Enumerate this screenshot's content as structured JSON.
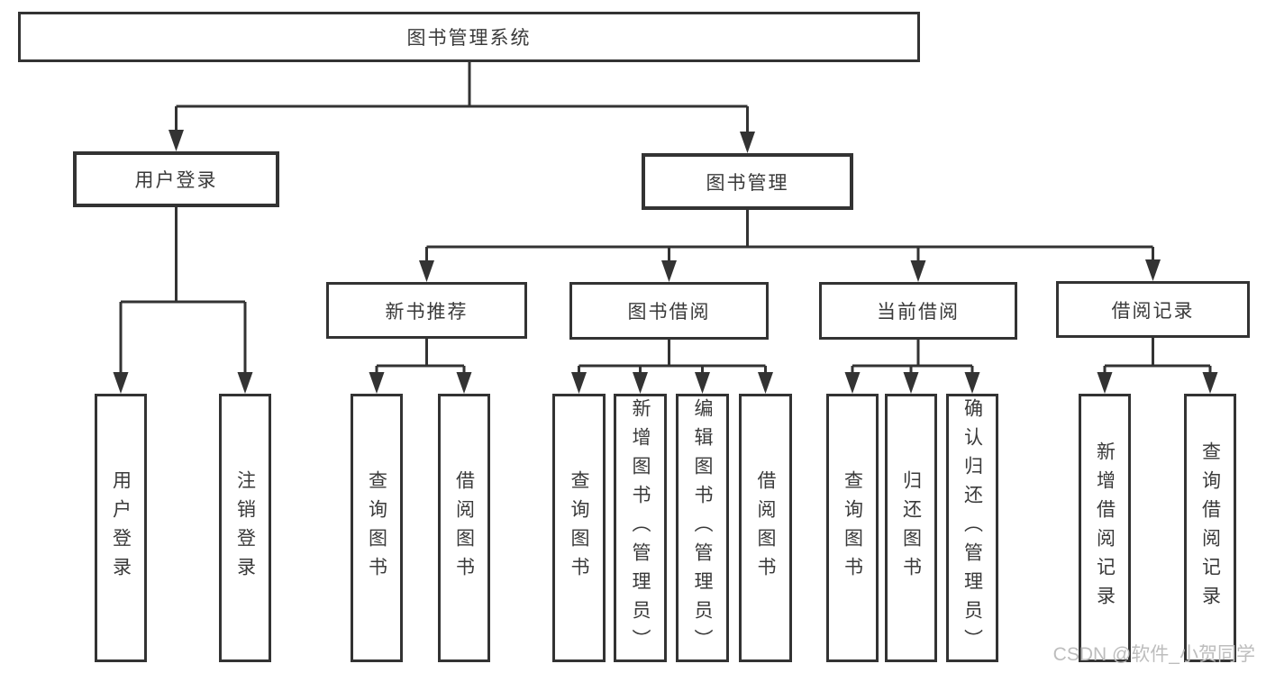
{
  "diagram": {
    "root": {
      "label": "图书管理系统"
    },
    "branches": [
      {
        "label": "用户登录",
        "children": [
          {
            "label": "用户登录"
          },
          {
            "label": "注销登录"
          }
        ]
      },
      {
        "label": "图书管理",
        "children": [
          {
            "label": "新书推荐",
            "children": [
              {
                "label": "查询图书"
              },
              {
                "label": "借阅图书"
              }
            ]
          },
          {
            "label": "图书借阅",
            "children": [
              {
                "label": "查询图书"
              },
              {
                "label": "新增图书（管理员）"
              },
              {
                "label": "编辑图书（管理员）"
              },
              {
                "label": "借阅图书"
              }
            ]
          },
          {
            "label": "当前借阅",
            "children": [
              {
                "label": "查询图书"
              },
              {
                "label": "归还图书"
              },
              {
                "label": "确认归还（管理员）"
              }
            ]
          },
          {
            "label": "借阅记录",
            "children": [
              {
                "label": "新增借阅记录"
              },
              {
                "label": "查询借阅记录"
              }
            ]
          }
        ]
      }
    ]
  },
  "watermark": {
    "text": "CSDN @软件_小贺同学"
  },
  "colors": {
    "line": "#333333",
    "text": "#3a3a3a",
    "background": "#ffffff",
    "watermark": "#bdbdbd"
  }
}
